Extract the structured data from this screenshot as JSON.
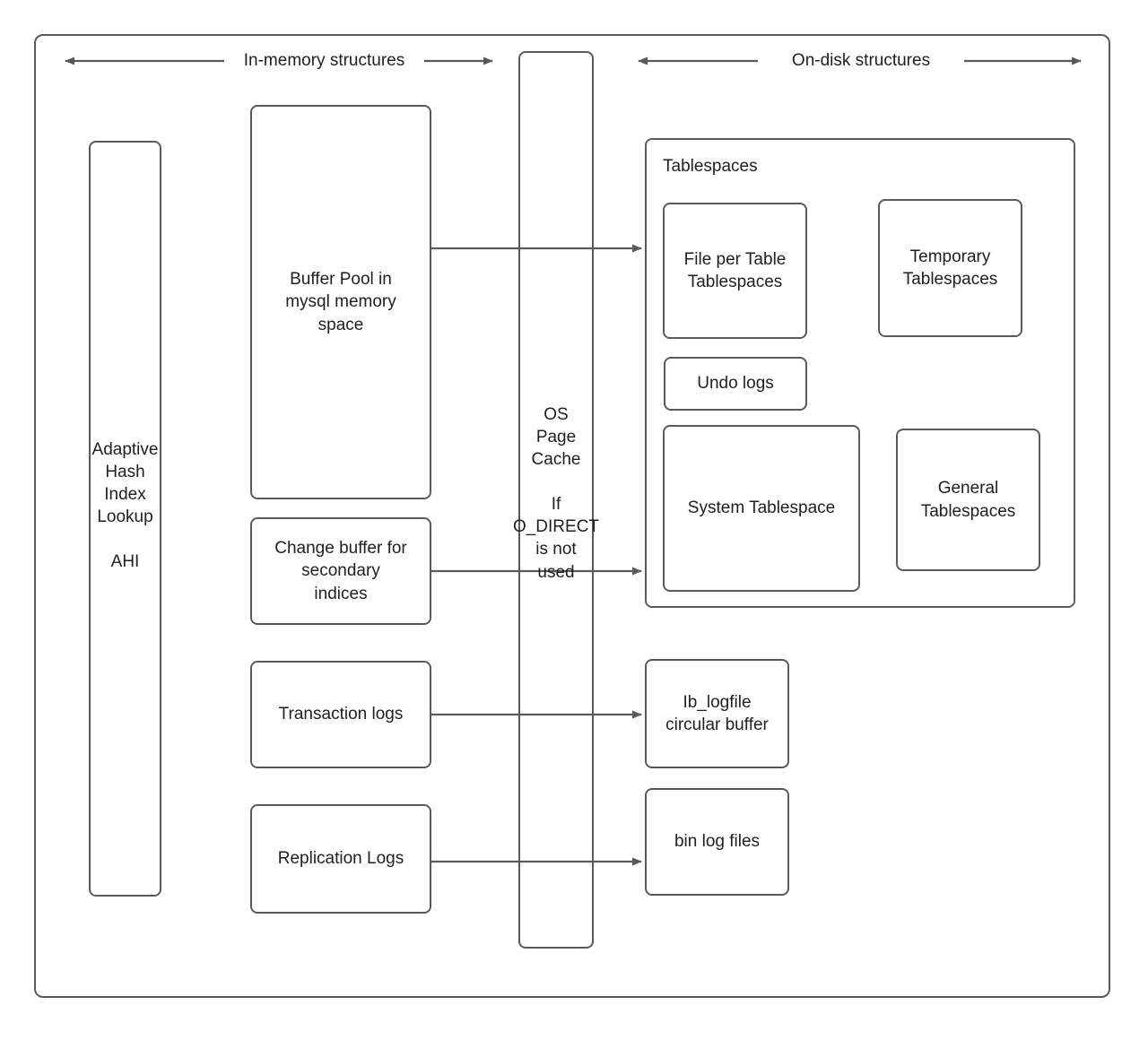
{
  "diagram": {
    "title_bands": [
      {
        "id": "in-memory",
        "label": "In-memory structures"
      },
      {
        "id": "on-disk",
        "label": "On-disk structures"
      }
    ],
    "nodes": {
      "outer_frame": {
        "label": ""
      },
      "ahi": {
        "label": "Adaptive\nHash\nIndex\nLookup\n\nAHI"
      },
      "buffer_pool": {
        "label": "Buffer Pool in\nmysql memory\nspace"
      },
      "change_buffer": {
        "label": "Change buffer for\nsecondary\nindices"
      },
      "transaction_logs": {
        "label": "Transaction logs"
      },
      "replication_logs": {
        "label": "Replication Logs"
      },
      "os_page_cache": {
        "label": "OS\nPage\nCache\n\nIf\nO_DIRECT\nis not\nused"
      },
      "tablespaces_group": {
        "label": "Tablespaces"
      },
      "file_per_table": {
        "label": "File per Table\nTablespaces"
      },
      "temporary_tablespaces": {
        "label": "Temporary\nTablespaces"
      },
      "undo_logs": {
        "label": "Undo logs"
      },
      "system_tablespace": {
        "label": "System Tablespace"
      },
      "general_tablespaces": {
        "label": "General\nTablespaces"
      },
      "ib_logfile": {
        "label": "Ib_logfile\ncircular buffer"
      },
      "bin_log_files": {
        "label": "bin log files"
      }
    },
    "edges": [
      {
        "id": "buffer-pool-to-file-per-table",
        "from": "buffer_pool",
        "to": "file_per_table",
        "arrow": "end"
      },
      {
        "id": "change-buffer-to-system-tablespace",
        "from": "change_buffer",
        "to": "system_tablespace",
        "arrow": "end"
      },
      {
        "id": "transaction-logs-to-ib-logfile",
        "from": "transaction_logs",
        "to": "ib_logfile",
        "arrow": "end"
      },
      {
        "id": "replication-logs-to-bin-log-files",
        "from": "replication_logs",
        "to": "bin_log_files",
        "arrow": "end"
      }
    ],
    "colors": {
      "stroke": "#5a5a5a",
      "text": "#1f1f1f",
      "background": "#ffffff"
    }
  }
}
